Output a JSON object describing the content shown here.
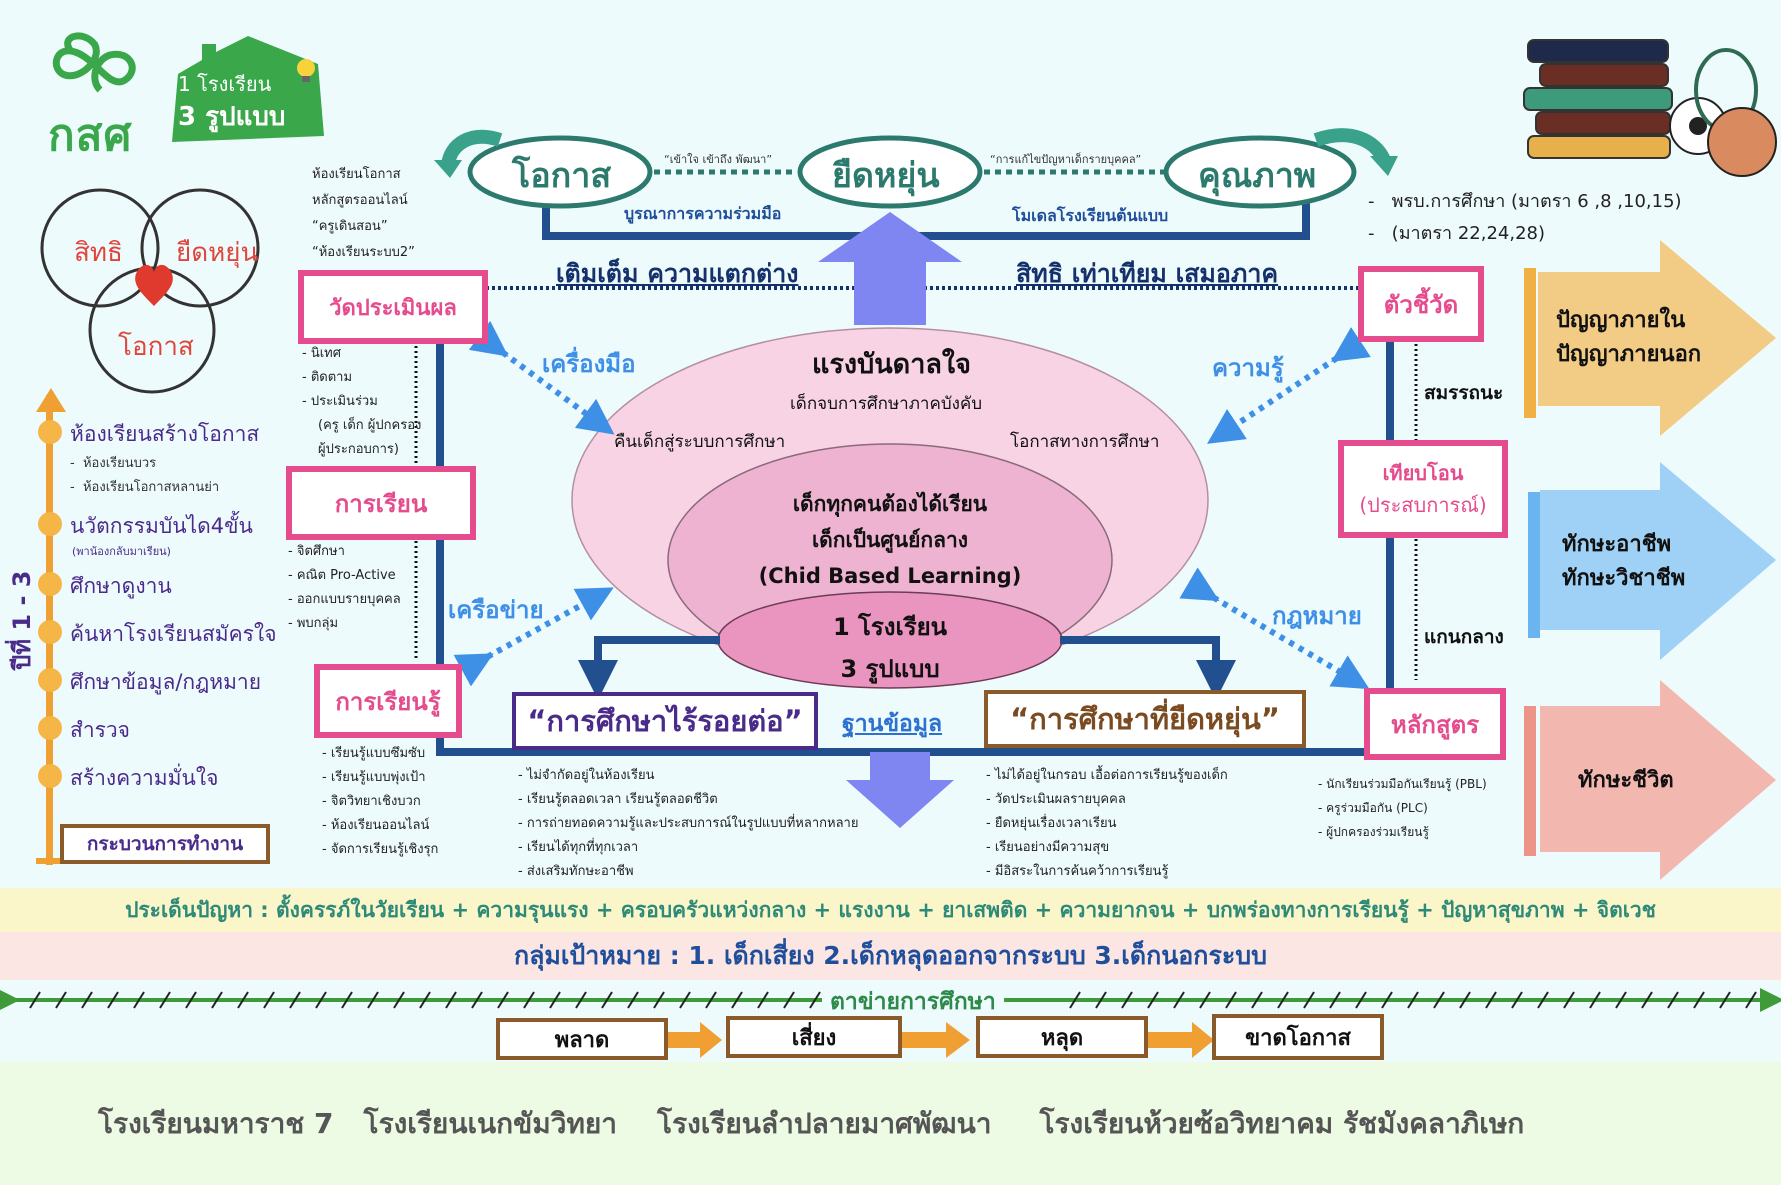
{
  "logo": {
    "org_name": "กสศ",
    "badge_line1": "1 โรงเรียน",
    "badge_line2": "3 รูปแบบ"
  },
  "venn": {
    "circles": [
      "สิทธิ",
      "ยืดหยุ่น",
      "โอกาส"
    ]
  },
  "timeline": {
    "year_label": "ปีที่ 1 - 3",
    "items": [
      {
        "label": "ห้องเรียนสร้างโอกาส",
        "subs": [
          "ห้องเรียนบวร",
          "ห้องเรียนโอกาสหลานย่า"
        ]
      },
      {
        "label": "นวัตกรรมบันได4ขั้น",
        "note": "(พาน้องกลับมาเรียน)"
      },
      {
        "label": "ศึกษาดูงาน"
      },
      {
        "label": "ค้นหาโรงเรียนสมัครใจ"
      },
      {
        "label": "ศึกษาข้อมูล/กฎหมาย"
      },
      {
        "label": "สำรวจ"
      },
      {
        "label": "สร้างความมั่นใจ"
      }
    ],
    "process_label": "กระบวนการทำงาน"
  },
  "opportunity_notes": [
    "ห้องเรียนโอกาส",
    "หลักสูตรออนไลน์",
    "“ครูเดินสอน”",
    "“ห้องเรียนระบบ2”"
  ],
  "top_cycle": {
    "nodes": [
      "โอกาส",
      "ยืดหยุ่น",
      "คุณภาพ"
    ],
    "link_quotes": [
      "“เข้าใจ เข้าถึง พัฒนา”",
      "“การแก้ไขปัญหาเด็กรายบุคคล”"
    ],
    "bar_labels": [
      "บูรณาการความร่วมมือ",
      "โมเดลโรงเรียนต้นแบบ"
    ],
    "headline_left": "เติมเต็ม ความแตกต่าง",
    "headline_right": "สิทธิ เท่าเทียม เสมอภาค"
  },
  "law_refs": [
    "พรบ.การศึกษา (มาตรา 6 ,8 ,10,15)",
    "(มาตรา 22,24,28)"
  ],
  "left_boxes": [
    {
      "title": "วัดประเมินผล",
      "items": [
        "นิเทศ",
        "ติดตาม",
        "ประเมินร่วม",
        "(ครู เด็ก ผู้ปกครอง",
        "ผู้ประกอบการ)"
      ]
    },
    {
      "title": "การเรียน",
      "items": [
        "จิตศึกษา",
        "คณิต Pro-Active",
        "ออกแบบรายบุคคล",
        "พบกลุ่ม"
      ]
    },
    {
      "title": "การเรียนรู้",
      "items": [
        "เรียนรู้แบบซึมซับ",
        "เรียนรู้แบบพุ่งเป้า",
        "จิตวิทยาเชิงบวก",
        "ห้องเรียนออนไลน์",
        "จัดการเรียนรู้เชิงรุก"
      ]
    }
  ],
  "right_boxes": [
    {
      "title": "ตัวชี้วัด"
    },
    {
      "title": "เทียบโอน",
      "subtitle": "(ประสบการณ์)"
    },
    {
      "title": "หลักสูตร",
      "items": [
        "นักเรียนร่วมมือกันเรียนรู้ (PBL)",
        "ครูร่วมมือกัน (PLC)",
        "ผู้ปกครองร่วมเรียนรู้"
      ]
    }
  ],
  "right_side_labels": [
    "สมรรถนะ",
    "แกนกลาง"
  ],
  "diagonal_labels": [
    "เครื่องมือ",
    "ความรู้",
    "เครือข่าย",
    "กฎหมาย"
  ],
  "center": {
    "outer_title": "แรงบันดาลใจ",
    "outer_line": "เด็กจบการศึกษาภาคบังคับ",
    "outer_left": "คืนเด็กสู่ระบบการศึกษา",
    "outer_right": "โอกาสทางการศึกษา",
    "middle_lines": [
      "เด็กทุกคนต้องได้เรียน",
      "เด็กเป็นศูนย์กลาง",
      "(Chid Based Learning)"
    ],
    "inner_lines": [
      "1 โรงเรียน",
      "3 รูปแบบ"
    ]
  },
  "modes": [
    {
      "title": "“การศึกษาไร้รอยต่อ”",
      "items": [
        "ไม่จำกัดอยู่ในห้องเรียน",
        "เรียนรู้ตลอดเวลา เรียนรู้ตลอดชีวิต",
        "การถ่ายทอดความรู้และประสบการณ์ในรูปแบบที่หลากหลาย",
        "เรียนได้ทุกที่ทุกเวลา",
        "ส่งเสริมทักษะอาชีพ"
      ]
    },
    {
      "title": "“การศึกษาที่ยืดหยุ่น”",
      "items": [
        "ไม่ได้อยู่ในกรอบ เอื้อต่อการเรียนรู้ของเด็ก",
        "วัดประเมินผลรายบุคคล",
        "ยืดหยุ่นเรื่องเวลาเรียน",
        "เรียนอย่างมีความสุข",
        "มีอิสระในการค้นคว้าการเรียนรู้"
      ]
    }
  ],
  "database_label": "ฐานข้อมูล",
  "outcomes": [
    {
      "lines": [
        "ปัญญาภายใน",
        "ปัญญาภายนอก"
      ],
      "color": "#f2cb84",
      "bar": "#f0b043"
    },
    {
      "lines": [
        "ทักษะอาชีพ",
        "ทักษะวิชาชีพ"
      ],
      "color": "#9fd0f5",
      "bar": "#6ab4f0"
    },
    {
      "lines": [
        "ทักษะชีวิต"
      ],
      "color": "#f2b8b0",
      "bar": "#ec9488"
    }
  ],
  "issues_text": "ประเด็นปัญหา :  ตั้งครรภ์ในวัยเรียน + ความรุนแรง  +  ครอบครัวแหว่งกลาง + แรงงาน + ยาเสพติด + ความยากจน + บกพร่องทางการเรียนรู้ + ปัญหาสุขภาพ + จิตเวช",
  "target_text": "กลุ่มเป้าหมาย   :   1. เด็กเสี่ยง   2.เด็กหลุดออกจากระบบ  3.เด็กนอกระบบ",
  "network_label": "ตาข่ายการศึกษา",
  "stages": [
    "พลาด",
    "เสี่ยง",
    "หลุด",
    "ขาดโอกาส"
  ],
  "schools": [
    "โรงเรียนมหาราช 7",
    "โรงเรียนเนกขัมวิทยา",
    "โรงเรียนลำปลายมาศพัฒนา",
    "โรงเรียนห้วยซ้อวิทยาคม รัชมังคลาภิเษก"
  ],
  "colors": {
    "frame_blue": "#22508f",
    "box_pink": "#e54c8e",
    "teal": "#2c7a6d",
    "arrow_purple": "#7f86f2",
    "mode1_border": "#4a2b8a",
    "mode2_border": "#8b5a2b"
  }
}
